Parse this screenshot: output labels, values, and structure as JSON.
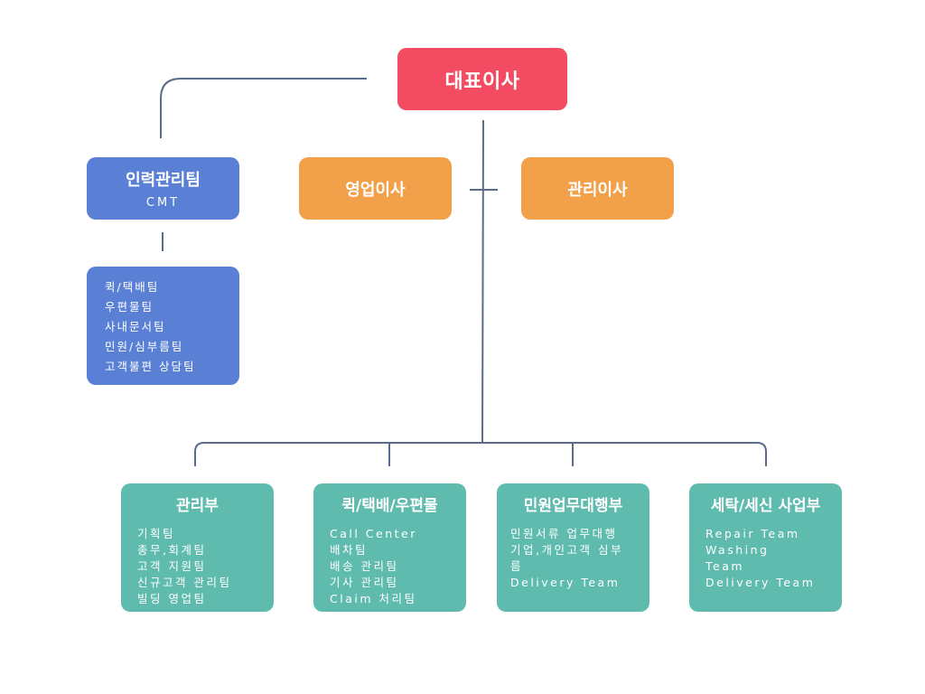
{
  "colors": {
    "ceo": "#f34b61",
    "hr": "#5a80d6",
    "director": "#f2a04a",
    "department": "#5ebbad",
    "line": "#5a6b8c"
  },
  "ceo": {
    "label": "대표이사"
  },
  "hr": {
    "label": "인력관리팀",
    "sub": "CMT",
    "teams": [
      "퀵/택배팀",
      "우편물팀",
      "사내문서팀",
      "민원/심부름팀",
      "고객불편 상담팀"
    ]
  },
  "sales": {
    "label": "영업이사"
  },
  "admin": {
    "label": "관리이사"
  },
  "departments": [
    {
      "label": "관리부",
      "teams": [
        "기획팀",
        "총무,회계팀",
        "고객 지원팀",
        "신규고객 관리팀",
        "빌딩 영업팀"
      ]
    },
    {
      "label": "퀵/택배/우편물",
      "teams": [
        "Call Center",
        "배차팀",
        "배송 관리팀",
        "기사 관리팀",
        "Claim 처리팀"
      ]
    },
    {
      "label": "민원업무대행부",
      "teams": [
        "민원서류 업무대행",
        "기업,개인고객 심부",
        "름",
        "Delivery Team"
      ]
    },
    {
      "label": "세탁/세신 사업부",
      "teams": [
        "Repair Team",
        "Washing",
        "Team",
        "Delivery Team"
      ]
    }
  ]
}
